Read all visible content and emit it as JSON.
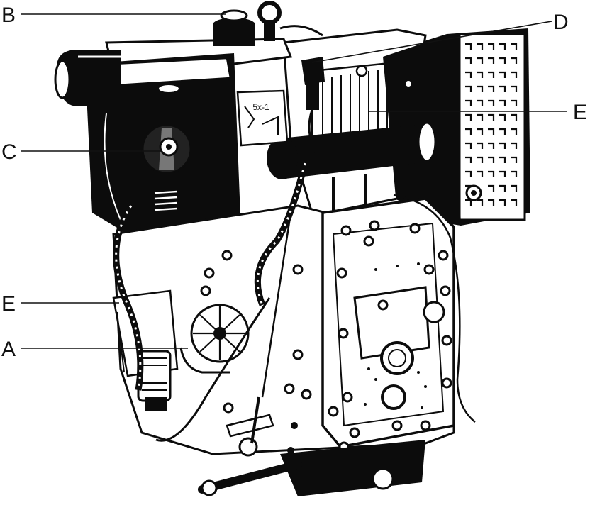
{
  "callouts": [
    {
      "id": "B",
      "label": "B"
    },
    {
      "id": "D",
      "label": "D"
    },
    {
      "id": "E-top",
      "label": "E"
    },
    {
      "id": "C",
      "label": "C"
    },
    {
      "id": "E-left",
      "label": "E"
    },
    {
      "id": "A",
      "label": "A"
    }
  ],
  "plate_text": "5x-1"
}
